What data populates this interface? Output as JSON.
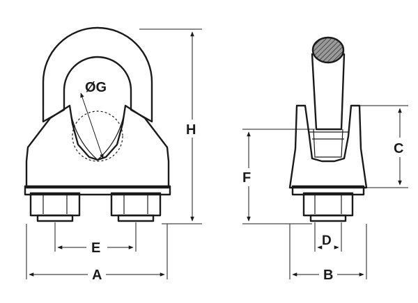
{
  "labels": {
    "G": "ØG",
    "H": "H",
    "E": "E",
    "A": "A",
    "F": "F",
    "C": "C",
    "D": "D",
    "B": "B"
  },
  "colors": {
    "line": "#1a1a1a",
    "body_fill": "#f0ece4",
    "shade": "#d9d4ca",
    "rod": "#8a8a8a"
  }
}
